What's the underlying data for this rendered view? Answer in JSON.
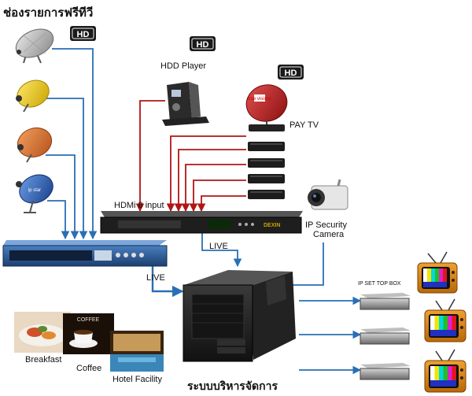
{
  "title": "ช่องรายการฟรีทีวี",
  "hd_badge": "HD",
  "labels": {
    "hdd_player": "HDD Player",
    "pay_tv": "PAY TV",
    "hdmi_input": "HDMi 8 input",
    "ip_camera_line1": "IP Security",
    "ip_camera_line2": "Camera",
    "live_1": "LIVE",
    "live_2": "LIVE",
    "ip_set_top_box": "IP SET TOP BOX",
    "breakfast": "Breakfast",
    "coffee": "Coffee",
    "hotel_facility": "Hotel Facility",
    "management_system": "ระบบบริหารจัดการ"
  },
  "device_text": {
    "dish_ip_star": "ip star",
    "dish_true": "true visions",
    "promo_coffee": "COFFEE"
  },
  "colors": {
    "red_wire": "#b01515",
    "blue_wire": "#2a6fb5",
    "accent_blue": "#2f6fc0",
    "hd_badge_bg": "#1a1a1a"
  }
}
